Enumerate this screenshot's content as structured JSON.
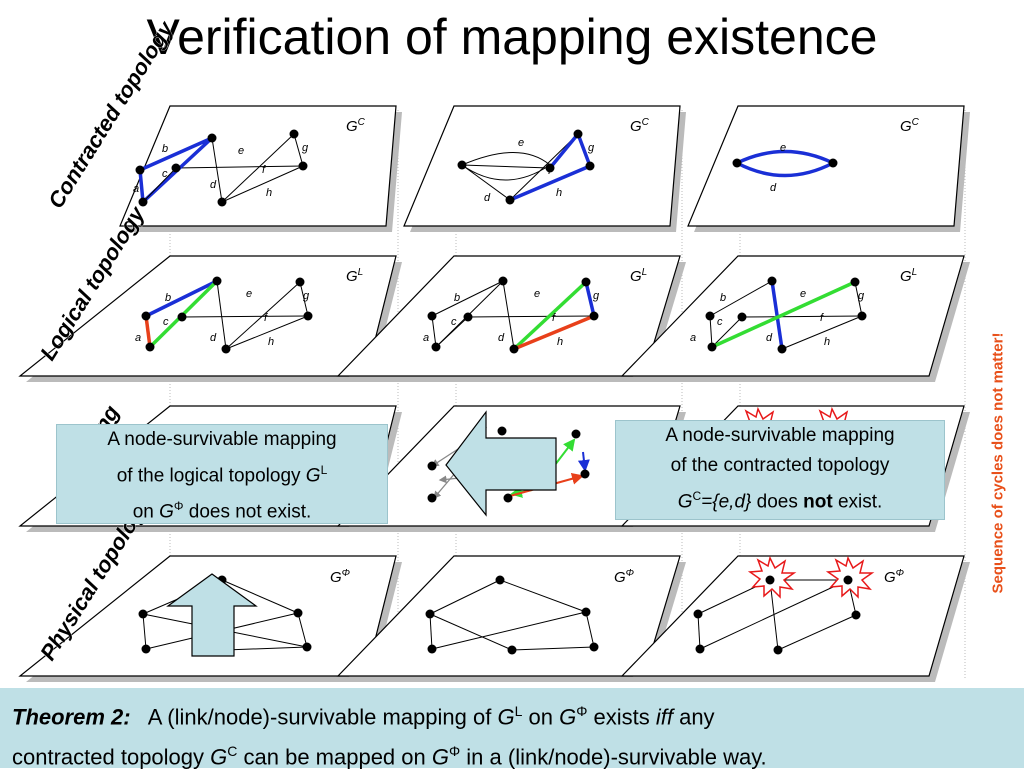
{
  "title": "Verification of mapping existence",
  "layers": {
    "contracted": "Contracted topology",
    "logical": "Logical topology",
    "mapping": "Mapping",
    "physical": "Physical topology"
  },
  "graph_labels": {
    "contracted": {
      "base": "G",
      "sup": "C"
    },
    "logical": {
      "base": "G",
      "sup": "L"
    },
    "physical": {
      "base": "G",
      "sup": "Φ"
    }
  },
  "edge_labels": [
    "a",
    "b",
    "c",
    "d",
    "e",
    "f",
    "g",
    "h"
  ],
  "callout_left": {
    "line1": "A node-survivable mapping",
    "line2a": "of the logical topology ",
    "g": "G",
    "g_sup": "L",
    "line3a": "on ",
    "phi_sup": "Φ",
    "line3b": " does not exist."
  },
  "callout_right": {
    "line1": "A node-survivable mapping",
    "line2": "of the contracted topology",
    "g": "G",
    "g_sup": "C",
    "set": "={e,d}",
    "does": " does ",
    "not": "not",
    "exist": " exist."
  },
  "side_note": "Sequence of cycles does not matter!",
  "theorem": {
    "lead": "Theorem 2:",
    "part1": "A (link/node)-survivable mapping of ",
    "gl": "G",
    "gl_sup": "L",
    "on": " on ",
    "gphi": "G",
    "gphi_sup": "Φ",
    "exists": " exists ",
    "iff": "iff",
    "any": " any",
    "line2a": "contracted topology ",
    "gc": "G",
    "gc_sup": "C",
    "line2b": " can be mapped on ",
    "gphi2": "G",
    "gphi2_sup": "Φ",
    "line2c": " in a (link/node)-survivable way."
  },
  "colors": {
    "blue": "#1a2fd6",
    "green": "#33dd33",
    "red": "#e8401a",
    "note": "#e8501a",
    "callout_bg": "#bfe0e6",
    "plane_shadow": "#bbbbbb"
  }
}
